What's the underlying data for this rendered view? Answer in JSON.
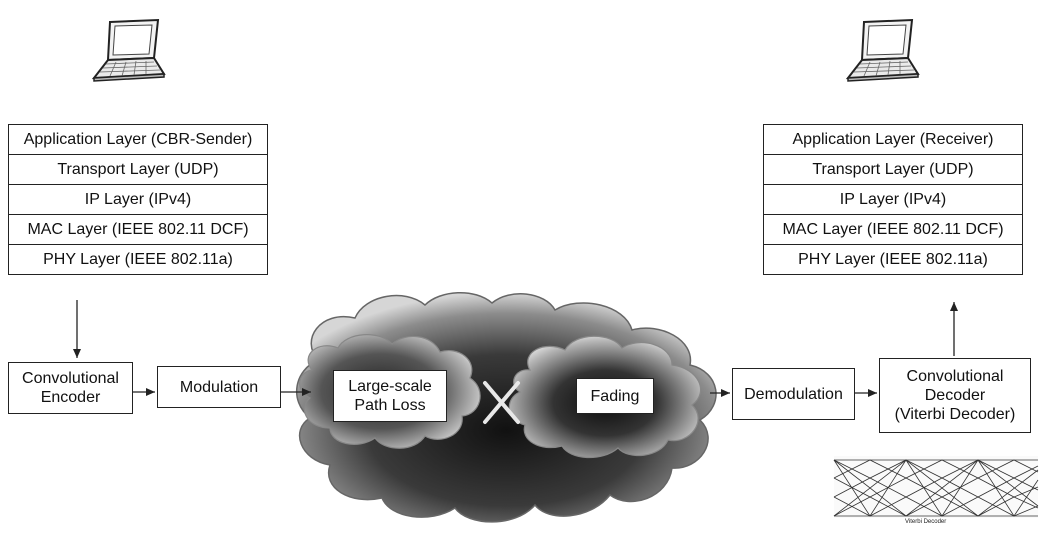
{
  "sender": {
    "layers": [
      "Application Layer (CBR-Sender)",
      "Transport Layer (UDP)",
      "IP Layer (IPv4)",
      "MAC Layer (IEEE 802.11 DCF)",
      "PHY Layer (IEEE 802.11a)"
    ]
  },
  "receiver": {
    "layers": [
      "Application Layer (Receiver)",
      "Transport Layer (UDP)",
      "IP Layer (IPv4)",
      "MAC Layer (IEEE 802.11 DCF)",
      "PHY Layer (IEEE 802.11a)"
    ]
  },
  "blocks": {
    "conv_encoder": [
      "Convolutional",
      "Encoder"
    ],
    "modulation": "Modulation",
    "path_loss": [
      "Large-scale",
      "Path Loss"
    ],
    "fading": "Fading",
    "demodulation": "Demodulation",
    "conv_decoder": [
      "Convolutional",
      "Decoder",
      "(Viterbi Decoder)"
    ]
  },
  "trellis_caption": "Viterbi Decoder",
  "icons": {
    "sender_device": "laptop-icon",
    "receiver_device": "laptop-icon"
  },
  "colors": {
    "line": "#222222",
    "cloud_dark": "#1a1a1a",
    "cloud_light": "#e6e6e6"
  }
}
